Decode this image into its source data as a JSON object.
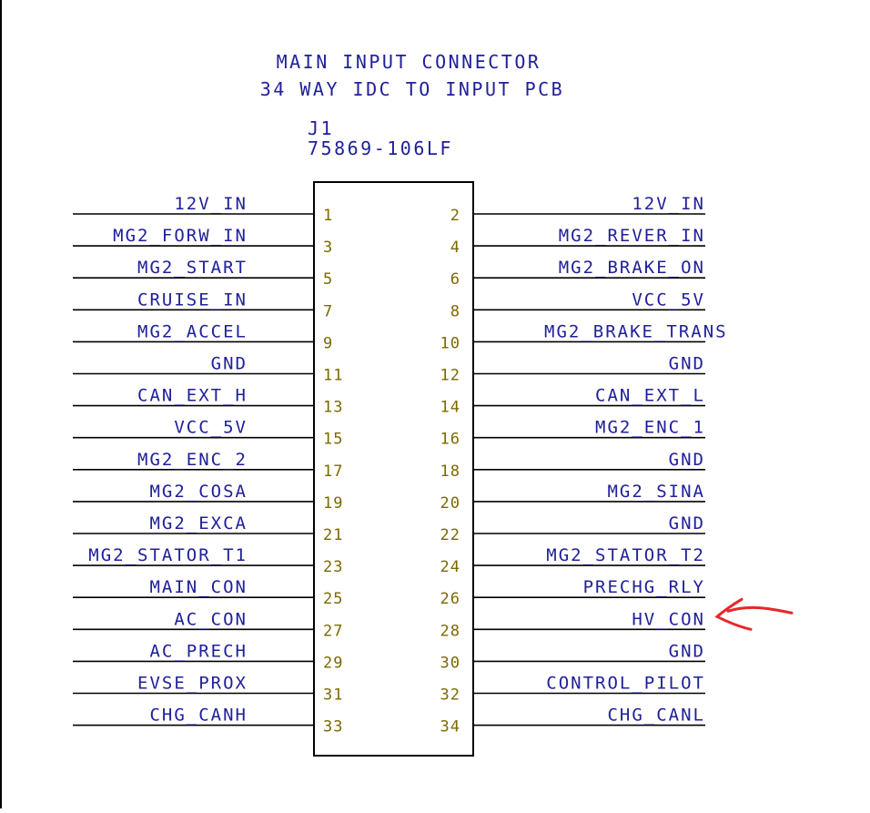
{
  "title": {
    "line1": "MAIN INPUT CONNECTOR",
    "line2": "34 WAY IDC TO INPUT PCB"
  },
  "connector": {
    "ref": "J1",
    "part": "75869-106LF"
  },
  "colors": {
    "label": "#20209a",
    "pin_number": "#7a6a00",
    "wire": "#000000",
    "annotation_arrow": "#e8272a"
  },
  "annotation": {
    "type": "arrow",
    "points_to_pin": 28
  },
  "pins": [
    {
      "left_pin": "1",
      "left_label": "12V_IN",
      "right_pin": "2",
      "right_label": "12V_IN"
    },
    {
      "left_pin": "3",
      "left_label": "MG2_FORW_IN",
      "right_pin": "4",
      "right_label": "MG2_REVER_IN"
    },
    {
      "left_pin": "5",
      "left_label": "MG2_START",
      "right_pin": "6",
      "right_label": "MG2_BRAKE_ON"
    },
    {
      "left_pin": "7",
      "left_label": "CRUISE_IN",
      "right_pin": "8",
      "right_label": "VCC_5V"
    },
    {
      "left_pin": "9",
      "left_label": "MG2_ACCEL",
      "right_pin": "10",
      "right_label": "MG2_BRAKE_TRANS"
    },
    {
      "left_pin": "11",
      "left_label": "GND",
      "right_pin": "12",
      "right_label": "GND"
    },
    {
      "left_pin": "13",
      "left_label": "CAN_EXT_H",
      "right_pin": "14",
      "right_label": "CAN_EXT_L"
    },
    {
      "left_pin": "15",
      "left_label": "VCC_5V",
      "right_pin": "16",
      "right_label": "MG2_ENC_1"
    },
    {
      "left_pin": "17",
      "left_label": "MG2_ENC_2",
      "right_pin": "18",
      "right_label": "GND"
    },
    {
      "left_pin": "19",
      "left_label": "MG2_COSA",
      "right_pin": "20",
      "right_label": "MG2_SINA"
    },
    {
      "left_pin": "21",
      "left_label": "MG2_EXCA",
      "right_pin": "22",
      "right_label": "GND"
    },
    {
      "left_pin": "23",
      "left_label": "MG2_STATOR_T1",
      "right_pin": "24",
      "right_label": "MG2_STATOR_T2"
    },
    {
      "left_pin": "25",
      "left_label": "MAIN_CON",
      "right_pin": "26",
      "right_label": "PRECHG_RLY"
    },
    {
      "left_pin": "27",
      "left_label": "AC_CON",
      "right_pin": "28",
      "right_label": "HV_CON"
    },
    {
      "left_pin": "29",
      "left_label": "AC_PRECH",
      "right_pin": "30",
      "right_label": "GND"
    },
    {
      "left_pin": "31",
      "left_label": "EVSE_PROX",
      "right_pin": "32",
      "right_label": "CONTROL_PILOT"
    },
    {
      "left_pin": "33",
      "left_label": "CHG_CANH",
      "right_pin": "34",
      "right_label": "CHG_CANL"
    }
  ]
}
